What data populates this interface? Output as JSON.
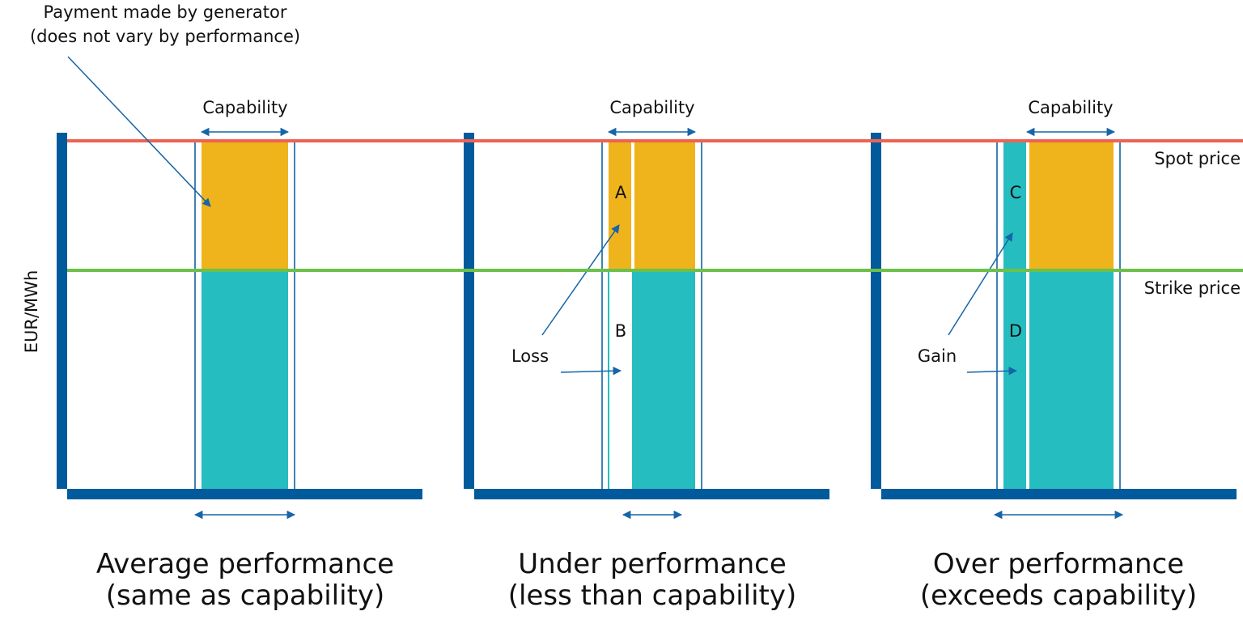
{
  "annotation": {
    "line1": "Payment made by generator",
    "line2": "(does not vary by performance)"
  },
  "y_axis_label": "EUR/MWh",
  "price_lines": {
    "spot_label": "Spot price",
    "strike_label": "Strike price",
    "spot_color": "#EE6352",
    "strike_color": "#6CC04A"
  },
  "colors": {
    "axis": "#005A9C",
    "payment": "#EFB31C",
    "received": "#26BDC0",
    "arrow": "#1565A8"
  },
  "panels": [
    {
      "capability_label": "Capability",
      "title_line1": "Average performance",
      "title_line2": "(same as capability)"
    },
    {
      "capability_label": "Capability",
      "title_line1": "Under performance",
      "title_line2": "(less than capability)",
      "letter_a": "A",
      "letter_b": "B",
      "note": "Loss"
    },
    {
      "capability_label": "Capability",
      "title_line1": "Over performance",
      "title_line2": "(exceeds capability)",
      "letter_c": "C",
      "letter_d": "D",
      "note": "Gain"
    }
  ]
}
